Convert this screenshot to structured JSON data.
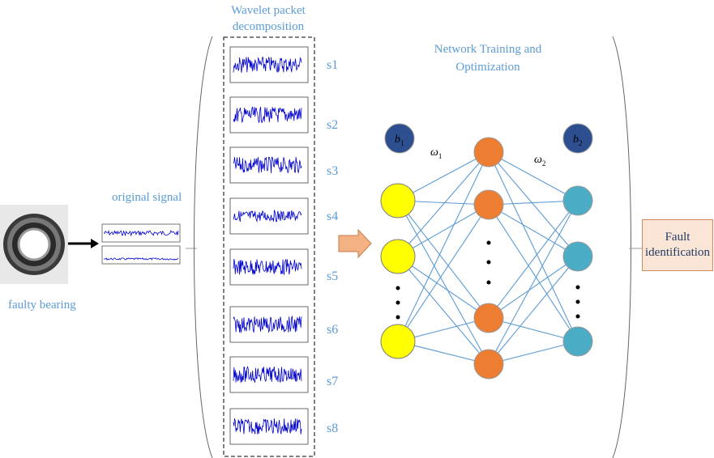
{
  "labels": {
    "wavelet_title_1": "Wavelet packet",
    "wavelet_title_2": "decomposition",
    "original_signal": "original signal",
    "faulty_bearing": "faulty bearing",
    "network_title_1": "Network Training and",
    "network_title_2": "Optimization",
    "fault_1": "Fault",
    "fault_2": "identification"
  },
  "subbands": [
    "s1",
    "s2",
    "s3",
    "s4",
    "s5",
    "s6",
    "s7",
    "s8"
  ],
  "network": {
    "bias_1": "b",
    "bias_1_sub": "1",
    "bias_2": "b",
    "bias_2_sub": "2",
    "weight_1": "ω",
    "weight_1_sub": "1",
    "weight_2": "ω",
    "weight_2_sub": "2"
  },
  "colors": {
    "label_blue": "#5b9bd5",
    "signal_blue": "#0000cc",
    "input_node": "#ffff00",
    "hidden_node": "#ed7d31",
    "output_node": "#4bacc6",
    "bias_node": "#2e4f8f",
    "connection": "#5b9bd5",
    "arrow_fill": "#f4b183"
  }
}
